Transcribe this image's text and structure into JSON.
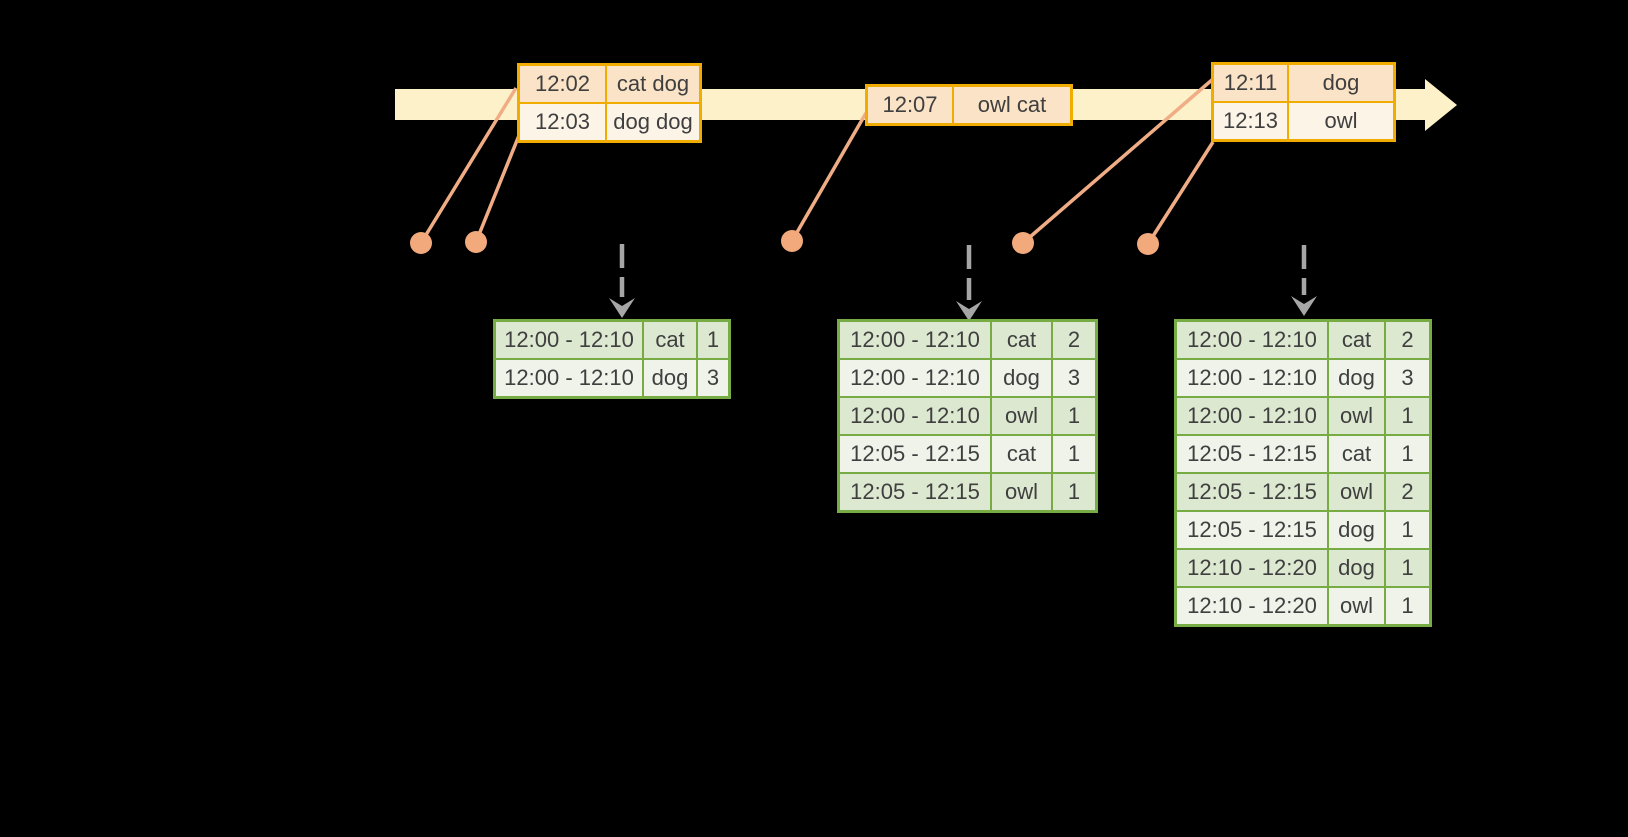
{
  "colors": {
    "background": "#000000",
    "timeline_bar": "#fcf1c9",
    "event_table_border": "#f0ac00",
    "event_row_dark": "#fae3c6",
    "event_row_light": "#fdf4e8",
    "result_table_border": "#77ab43",
    "result_row_dark": "#dde8d1",
    "result_row_light": "#eff3ea",
    "dot": "#f2a97c",
    "connector_line": "#f0ad85",
    "dashed_arrow": "#a6a6a6",
    "text": "#3f3f3f"
  },
  "event_tables": [
    {
      "rows": [
        {
          "time": "12:02",
          "words": "cat dog"
        },
        {
          "time": "12:03",
          "words": "dog dog"
        }
      ]
    },
    {
      "rows": [
        {
          "time": "12:07",
          "words": "owl cat"
        }
      ]
    },
    {
      "rows": [
        {
          "time": "12:11",
          "words": "dog"
        },
        {
          "time": "12:13",
          "words": "owl"
        }
      ]
    }
  ],
  "result_tables": [
    {
      "rows": [
        {
          "window": "12:00 - 12:10",
          "word": "cat",
          "count": "1"
        },
        {
          "window": "12:00 - 12:10",
          "word": "dog",
          "count": "3"
        }
      ]
    },
    {
      "rows": [
        {
          "window": "12:00 - 12:10",
          "word": "cat",
          "count": "2"
        },
        {
          "window": "12:00 - 12:10",
          "word": "dog",
          "count": "3"
        },
        {
          "window": "12:00 - 12:10",
          "word": "owl",
          "count": "1"
        },
        {
          "window": "12:05 - 12:15",
          "word": "cat",
          "count": "1"
        },
        {
          "window": "12:05 - 12:15",
          "word": "owl",
          "count": "1"
        }
      ]
    },
    {
      "rows": [
        {
          "window": "12:00 - 12:10",
          "word": "cat",
          "count": "2"
        },
        {
          "window": "12:00 - 12:10",
          "word": "dog",
          "count": "3"
        },
        {
          "window": "12:00 - 12:10",
          "word": "owl",
          "count": "1"
        },
        {
          "window": "12:05 - 12:15",
          "word": "cat",
          "count": "1"
        },
        {
          "window": "12:05 - 12:15",
          "word": "owl",
          "count": "2"
        },
        {
          "window": "12:05 - 12:15",
          "word": "dog",
          "count": "1"
        },
        {
          "window": "12:10 - 12:20",
          "word": "dog",
          "count": "1"
        },
        {
          "window": "12:10 - 12:20",
          "word": "owl",
          "count": "1"
        }
      ]
    }
  ]
}
